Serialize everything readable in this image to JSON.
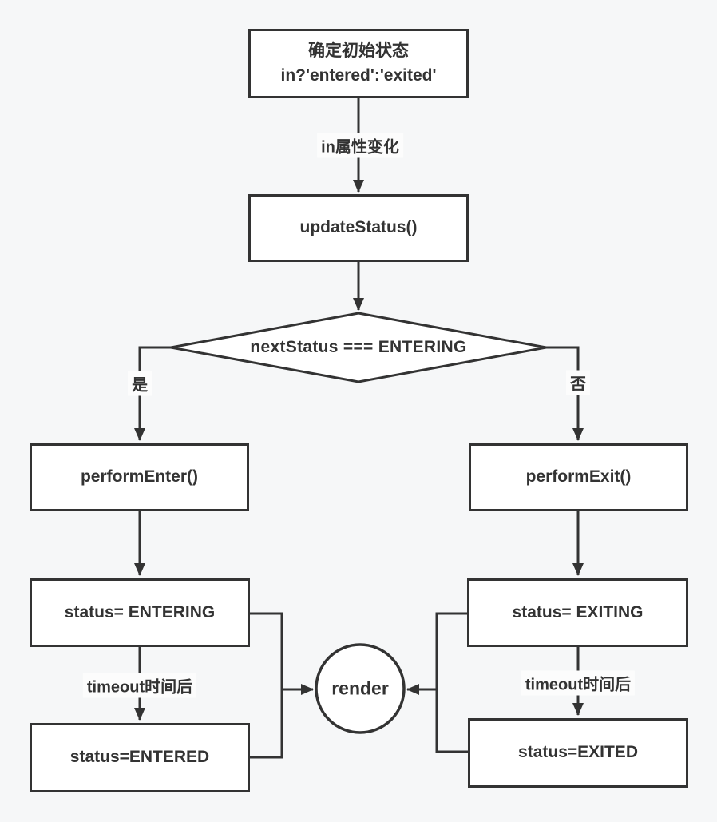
{
  "page": {
    "background": "#f6f7f8",
    "line_color": "#333333",
    "node_fill": "#ffffff",
    "text_color": "#333333"
  },
  "nodes": {
    "init_line1": "确定初始状态",
    "init_line2": "in?'entered':'exited'",
    "update_status": "updateStatus()",
    "decision": "nextStatus === ENTERING",
    "perform_enter": "performEnter()",
    "perform_exit": "performExit()",
    "status_entering": "status= ENTERING",
    "status_entered": "status=ENTERED",
    "status_exiting": "status= EXITING",
    "status_exited": "status=EXITED",
    "render": "render"
  },
  "edge_labels": {
    "in_change": "in属性变化",
    "yes": "是",
    "no": "否",
    "timeout_left": "timeout时间后",
    "timeout_right": "timeout时间后"
  }
}
